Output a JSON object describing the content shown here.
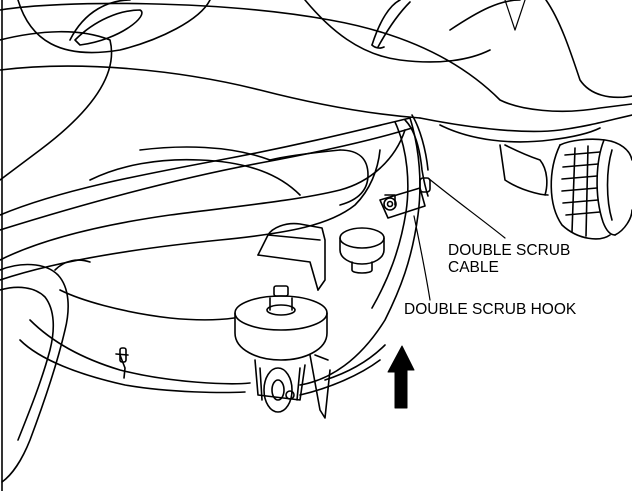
{
  "labels": {
    "double_scrub_cable_line1": "DOUBLE SCRUB",
    "double_scrub_cable_line2": "CABLE",
    "double_scrub_hook": "DOUBLE SCRUB HOOK"
  },
  "colors": {
    "line": "#000000",
    "background": "#ffffff"
  },
  "icons": {
    "lift_direction": "up-arrow-icon"
  }
}
